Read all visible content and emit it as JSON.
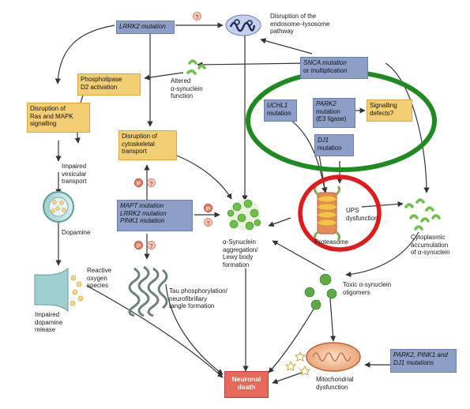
{
  "boxes": {
    "lrrk2": "LRRK2 mutation",
    "snca_line1": "SNCA mutation",
    "snca_line2": "or multiplication",
    "phospholipase_line1": "Phospholipase",
    "phospholipase_line2": "D2 activation",
    "ras_line1": "Disruption of",
    "ras_line2": "Ras and MAPK",
    "ras_line3": "signalling",
    "cyto_line1": "Disruption of",
    "cyto_line2": "cytoskeletal",
    "cyto_line3": "transport",
    "uchl1_line1": "UCHL1",
    "uchl1_line2": "mutation",
    "park2_line1": "PARK2",
    "park2_line2": "mutation",
    "park2_line3": "(E3 ligase)",
    "dj1_line1": "DJ1",
    "dj1_line2": "mutation",
    "signalling_line1": "Signalling",
    "signalling_line2": "defects?",
    "mapt_line1": "MAPT mutation",
    "mapt_line2": "LRRK2 mutation",
    "mapt_line3": "PINK1 mutation",
    "neuronal_line1": "Neuronal",
    "neuronal_line2": "death",
    "park2pink_line1": "PARK2, PINK1 and",
    "park2pink_line2": "DJ1 mutations"
  },
  "labels": {
    "endosome": "Disruption of the\nendosome–lysosome\npathway",
    "altered": "Altered\nα-synuclein\nfunction",
    "impaired_vesicular": "Impaired\nvesicular\ntransport",
    "dopamine": "Dopamine",
    "ros": "Reactive\noxygen\nspecies",
    "impaired_dopamine": "Impaired\ndopamine\nrelease",
    "ups": "UPS\ndysfunction",
    "proteasome": "Proteasome",
    "cytoplasmic": "Cytoplasmic\naccumulation\nof α-synuclein",
    "aggregation": "α-Synuclein\naggregation/\nLewy body\nformation",
    "toxic": "Toxic α-synuclein\noligomers",
    "tau": "Tau phosphorylation/\nneurofibrillary\ntangle formation",
    "mito": "Mitochondrial\ndysfunction"
  },
  "markers": {
    "question": "?",
    "phospho": "P"
  },
  "colors": {
    "gene_box": "#8d9fc7",
    "effect_box": "#f4ce73",
    "death_box": "#e8695b",
    "green_highlight": "#1f8a1f",
    "red_highlight": "#e01b1b",
    "alpha_synuclein": "#6fc04a"
  }
}
